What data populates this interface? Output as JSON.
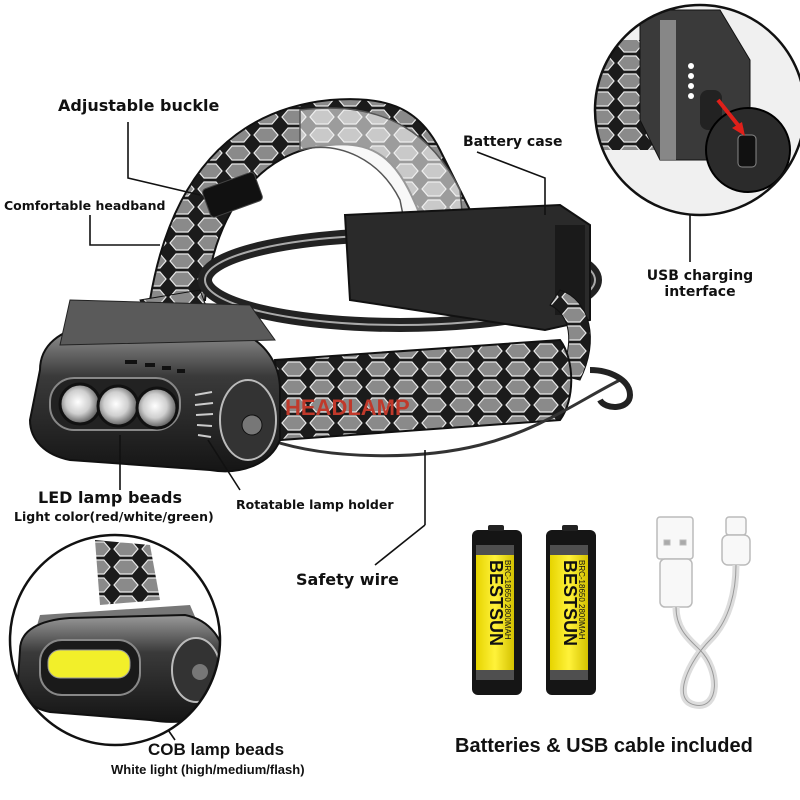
{
  "labels": {
    "adjustable_buckle": "Adjustable buckle",
    "comfortable_headband": "Comfortable headband",
    "battery_case": "Battery case",
    "usb_charging_line1": "USB charging",
    "usb_charging_line2": "interface",
    "led_lamp_beads": "LED lamp beads",
    "led_light_color": "Light color(red/white/green)",
    "rotatable_lamp_holder": "Rotatable lamp holder",
    "safety_wire": "Safety wire",
    "cob_lamp_beads": "COB lamp beads",
    "cob_white_light": "White light (high/medium/flash)",
    "included": "Batteries & USB cable included"
  },
  "product": {
    "strap_print": "HEADLAMP",
    "battery_brand": "BESTSUN",
    "battery_model": "BRC-18650 2800MAH",
    "battery_count": 2
  },
  "colors": {
    "cob_yellow": "#f2ef2a",
    "battery_yellow": "#f1e21b",
    "arrow_red": "#e0201a",
    "strap_red_text": "#c0392b"
  }
}
